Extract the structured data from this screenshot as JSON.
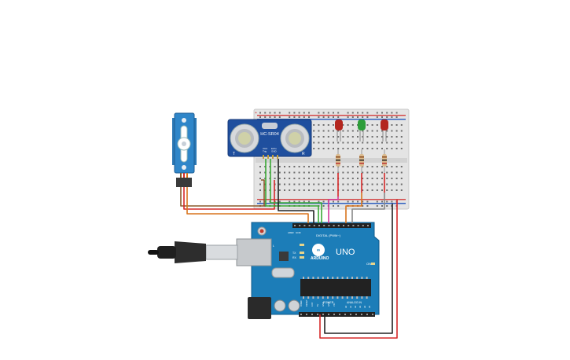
{
  "sensor": {
    "model": "HC-SR04",
    "pins": [
      "VCC",
      "Trig",
      "Echo",
      "GND"
    ],
    "mark_t": "T",
    "mark_r": "R"
  },
  "arduino": {
    "brand": "ARDUINO",
    "model": "UNO",
    "digital_label": "DIGITAL (PWM~)",
    "power_label": "POWER",
    "analog_label": "ANALOG IN",
    "aref": "AREF",
    "gnd": "GND",
    "tx": "TX",
    "rx": "RX",
    "l": "L",
    "on": "ON",
    "power_pins": [
      "IOREF",
      "RESET",
      "3.3V",
      "5V",
      "GND",
      "GND",
      "VIN"
    ],
    "analog_pins": [
      "A0",
      "A1",
      "A2",
      "A3",
      "A4",
      "A5"
    ]
  },
  "breadboard": {
    "rail_plus": "+",
    "rail_minus": "-"
  },
  "leds": [
    {
      "id": "led-1",
      "color": "#b3261e"
    },
    {
      "id": "led-2",
      "color": "#2e9e3a"
    },
    {
      "id": "led-3",
      "color": "#b3261e"
    }
  ],
  "colors": {
    "board": "#1c7db8",
    "sensor_board": "#1f4f9e",
    "servo": "#2f86c9",
    "breadboard": "#e4e4e4",
    "wire_green": "#3aa935",
    "wire_pink": "#d6399a",
    "wire_orange": "#d9741d",
    "wire_brown": "#8a5a2b",
    "wire_red": "#d62828",
    "wire_black": "#222222",
    "wire_gray": "#888888"
  }
}
